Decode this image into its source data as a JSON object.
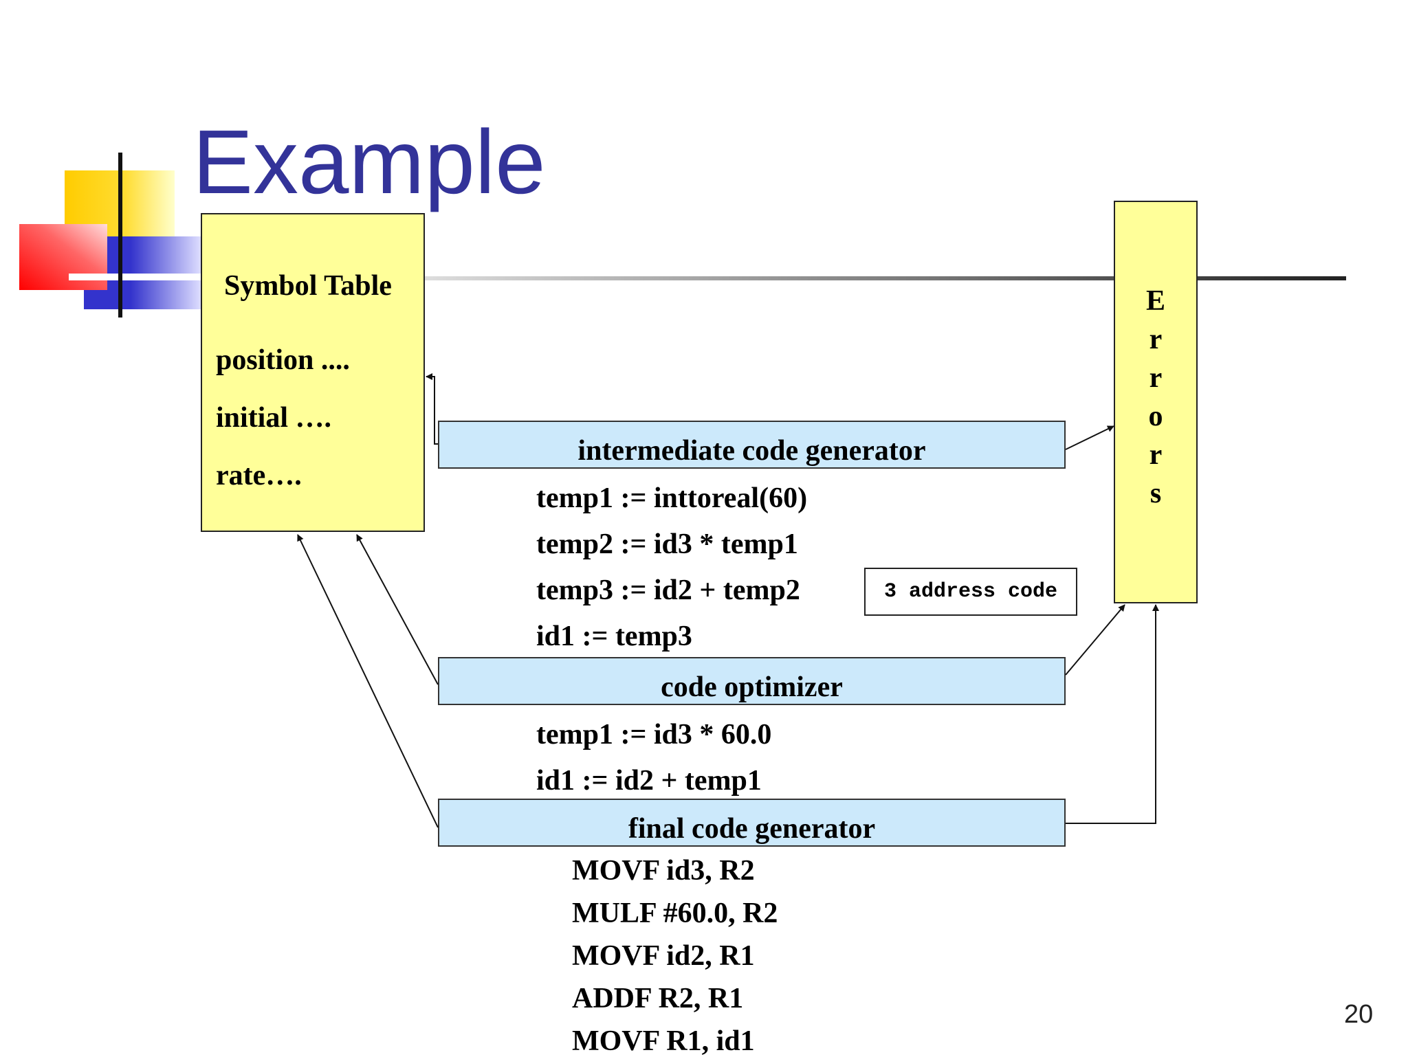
{
  "slide": {
    "title": "Example",
    "page_number": "20"
  },
  "symbol_table": {
    "heading": "Symbol Table",
    "entries": [
      "position ....",
      "initial ….",
      "rate…."
    ]
  },
  "errors": {
    "letters": [
      "E",
      "r",
      "r",
      "o",
      "r",
      "s"
    ]
  },
  "stages": {
    "intermediate": "intermediate code generator",
    "optimizer": "code optimizer",
    "final": "final code generator"
  },
  "intermediate_code": [
    "temp1 := inttoreal(60)",
    "temp2 := id3 * temp1",
    "temp3 := id2 + temp2",
    "id1 := temp3"
  ],
  "three_address_label": "3 address code",
  "optimized_code": [
    "temp1 := id3 * 60.0",
    "id1 := id2 + temp1"
  ],
  "final_code": [
    "MOVF id3, R2",
    "MULF #60.0, R2",
    "MOVF id2, R1",
    "ADDF R2, R1",
    "MOVF R1, id1"
  ]
}
